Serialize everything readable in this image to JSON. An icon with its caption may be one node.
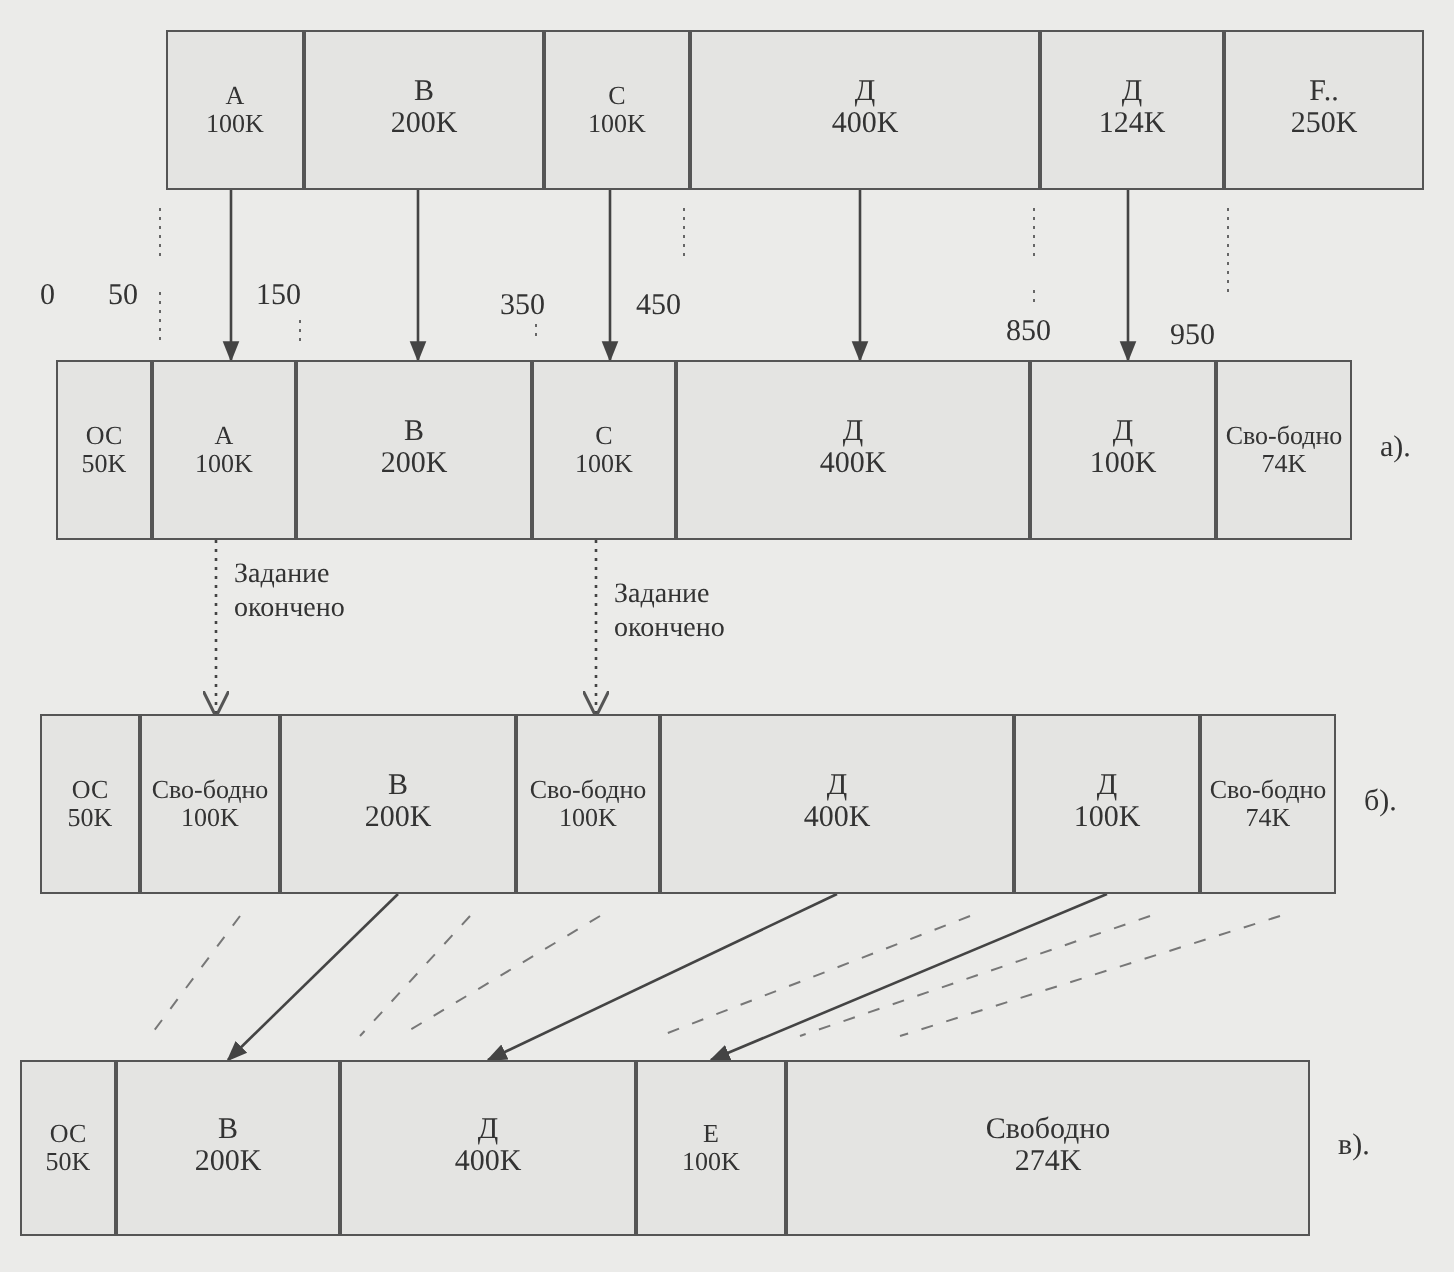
{
  "diagram": {
    "nodes": [
      {
        "text": [
          "A",
          "100K"
        ]
      },
      {
        "text": [
          "B",
          "200K"
        ]
      },
      {
        "text": [
          "C",
          "100K"
        ]
      },
      {
        "text": [
          "Д",
          "400K"
        ]
      },
      {
        "text": [
          "Д",
          "124K"
        ]
      },
      {
        "text": [
          "F..",
          "250K"
        ]
      },
      {
        "text": [
          "ОС",
          "50K"
        ]
      },
      {
        "text": [
          "A",
          "100K"
        ]
      },
      {
        "text": [
          "B",
          "200K"
        ]
      },
      {
        "text": [
          "C",
          "100K"
        ]
      },
      {
        "text": [
          "Д",
          "400K"
        ]
      },
      {
        "text": [
          "Д",
          "100K"
        ]
      },
      {
        "text": [
          "Сво-бодно",
          "74K"
        ],
        "beside": [
          "а)."
        ]
      },
      {
        "text": [
          "ОС",
          "50K"
        ]
      },
      {
        "text": [
          "Сво-бодно",
          "100K"
        ]
      },
      {
        "text": [
          "B",
          "200K"
        ]
      },
      {
        "text": [
          "Сво-бодно",
          "100K"
        ]
      },
      {
        "text": [
          "Д",
          "400K"
        ]
      },
      {
        "text": [
          "Д",
          "100K"
        ]
      },
      {
        "text": [
          "Сво-бодно",
          "74K"
        ],
        "beside": [
          "б)."
        ]
      },
      {
        "text": [
          "ОС",
          "50K"
        ]
      },
      {
        "text": [
          "B",
          "200K"
        ]
      },
      {
        "text": [
          "Д",
          "400K"
        ]
      },
      {
        "text": [
          "E",
          "100K"
        ]
      },
      {
        "text": [
          "Свободно",
          "274K"
        ],
        "beside": [
          "в)."
        ]
      }
    ],
    "edges": [
      {
        "from": 0,
        "to": 7,
        "arrow": "to"
      },
      {
        "from": 1,
        "to": 8,
        "arrow": "to"
      },
      {
        "from": 2,
        "to": 9,
        "arrow": "to"
      },
      {
        "from": 3,
        "to": 10,
        "arrow": "to"
      },
      {
        "from": 4,
        "to": 11,
        "arrow": "to"
      },
      {
        "from": 7,
        "to": 14,
        "arrow": "to",
        "label": "Задание окончено",
        "style": "dashed"
      },
      {
        "from": 9,
        "to": 16,
        "arrow": "to",
        "label": "Задание окончено",
        "style": "dashed"
      },
      {
        "from": 15,
        "to": 21,
        "arrow": "to"
      },
      {
        "from": 17,
        "to": 22,
        "arrow": "to"
      },
      {
        "from": 18,
        "to": 23,
        "arrow": "to"
      }
    ],
    "labels": [
      "0",
      "50",
      "150",
      "350",
      "450",
      "850",
      "950"
    ]
  }
}
